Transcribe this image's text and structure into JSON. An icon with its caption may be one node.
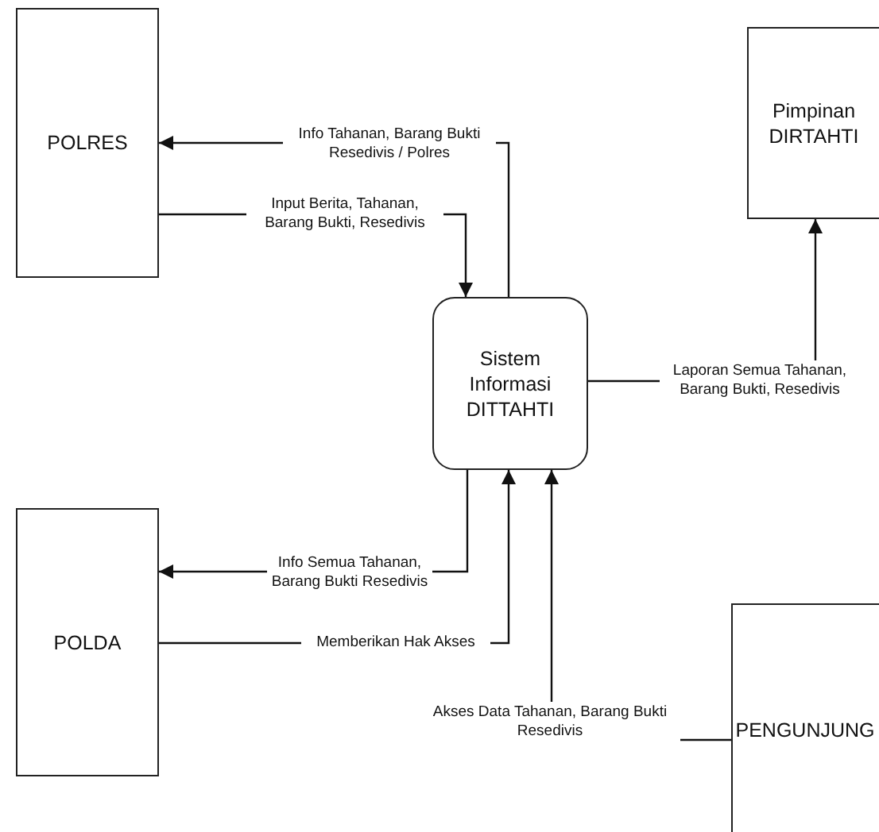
{
  "diagram": {
    "nodes": [
      {
        "text": [
          "POLRES"
        ]
      },
      {
        "text": [
          "Pimpinan DIRTAHTI"
        ]
      },
      {
        "text": [
          "Sistem Informasi DITTAHTI"
        ]
      },
      {
        "text": [
          "POLDA"
        ]
      },
      {
        "text": [
          "PENGUNJUNG"
        ]
      }
    ],
    "edges": [
      {
        "from": 2,
        "to": 0,
        "arrow": "to",
        "label": "Info Tahanan, Barang Bukti Resedivis / Polres"
      },
      {
        "from": 0,
        "to": 2,
        "arrow": "to",
        "label": "Input Berita, Tahanan, Barang Bukti, Resedivis"
      },
      {
        "from": 2,
        "to": 1,
        "arrow": "to",
        "label": "Laporan Semua Tahanan, Barang Bukti, Resedivis"
      },
      {
        "from": 2,
        "to": 3,
        "arrow": "to",
        "label": "Info Semua Tahanan, Barang Bukti Resedivis"
      },
      {
        "from": 3,
        "to": 2,
        "arrow": "to",
        "label": "Memberikan Hak Akses"
      },
      {
        "from": 4,
        "to": 2,
        "arrow": "to",
        "label": "Akses Data Tahanan, Barang Bukti Resedivis"
      }
    ]
  }
}
